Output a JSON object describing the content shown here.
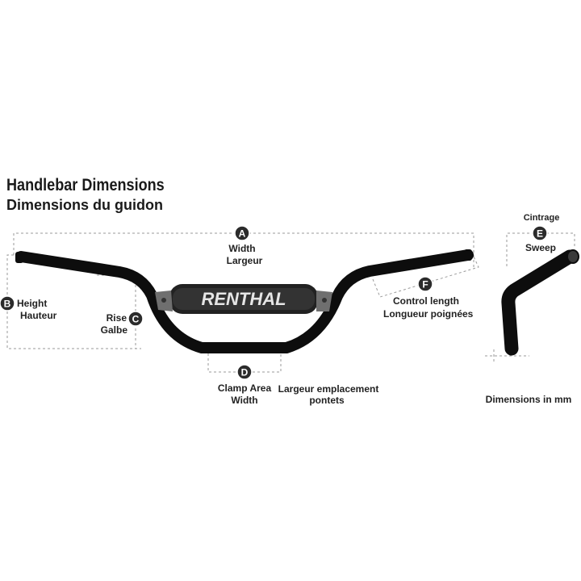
{
  "title": "Handlebar Dimensions",
  "subtitle": "Dimensions du guidon",
  "brand_pad_text": "RENTHAL",
  "dimensions": [
    {
      "letter": "A",
      "label_en": "Width",
      "label_fr": "Largeur"
    },
    {
      "letter": "B",
      "label_en": "Height",
      "label_fr": "Hauteur"
    },
    {
      "letter": "C",
      "label_en": "Rise",
      "label_fr": "Galbe"
    },
    {
      "letter": "D",
      "label_en": "Clamp Area",
      "label_en2": "Width",
      "label_fr": "Largeur emplacement",
      "label_fr2": "pontets"
    },
    {
      "letter": "E",
      "label_en": "Sweep",
      "label_fr": "Cintrage"
    },
    {
      "letter": "F",
      "label_en": "Control length",
      "label_fr": "Longueur poignées"
    }
  ],
  "units_note": "Dimensions in mm",
  "colors": {
    "bar": "#0d0d0d",
    "badge": "#2b2b2b",
    "dashed_line": "#9a9a9a",
    "pad": "#222222",
    "pad_text": "#e6e6e6",
    "clamp": "#6f6f6f"
  }
}
